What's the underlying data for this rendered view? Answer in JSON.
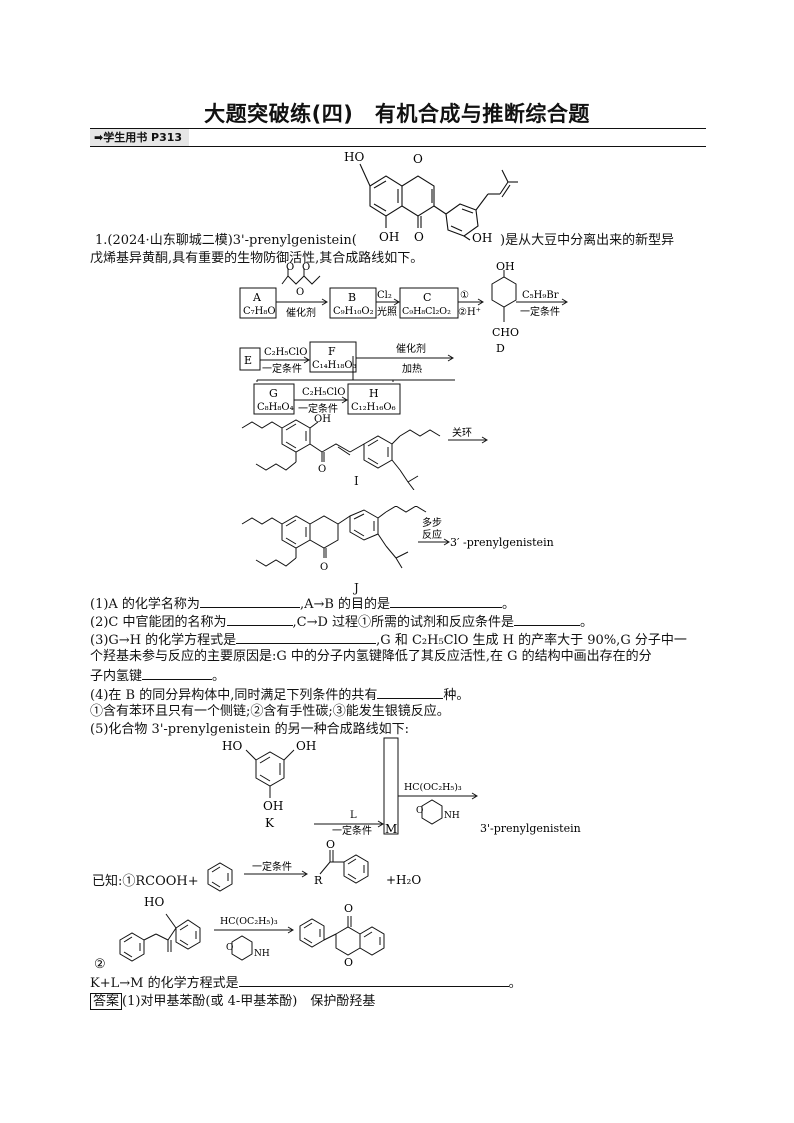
{
  "title": "大题突破练(四)　有机合成与推断综合题",
  "section_tag": "➡学生用书 P313",
  "q1": {
    "intro_a": "1.(2024·山东聊城二模)3'-prenylgenistein(",
    "intro_b": ")是从大豆中分离出来的新型异",
    "intro_c": "戊烯基异黄酮,具有重要的生物防御活性,其合成路线如下。"
  },
  "scheme": {
    "A": "A",
    "A_formula": "C₇H₈O",
    "reagent_AB": "催化剂",
    "B": "B",
    "B_formula": "C₉H₁₀O₂",
    "reagent_BC": "Cl₂",
    "cond_BC": "光照",
    "C": "C",
    "C_formula": "C₉H₈Cl₂O₂",
    "reagent_CD_1": "①",
    "reagent_CD_2": "②H⁺",
    "D": "D",
    "D_OH": "OH",
    "D_CHO": "CHO",
    "reagent_D_next": "C₅H₉Br",
    "cond_D_next": "一定条件",
    "E": "E",
    "reagent_EF": "C₂H₅ClO",
    "cond_EF": "一定条件",
    "F": "F",
    "F_formula": "C₁₄H₁₈O₃",
    "reagent_F_next": "催化剂",
    "cond_F_next": "加热",
    "G": "G",
    "G_formula": "C₈H₈O₄",
    "reagent_GH": "C₂H₅ClO",
    "cond_GH": "一定条件",
    "H": "H",
    "H_formula": "C₁₂H₁₆O₆",
    "I": "I",
    "reagent_I": "关环",
    "J": "J",
    "reagent_J_1": "多步",
    "reagent_J_2": "反应",
    "product_J": "3′ -prenylgenistein",
    "struct_HO": "HO",
    "struct_O": "O",
    "struct_OH": "OH"
  },
  "questions": {
    "q1_text": "(1)A 的化学名称为",
    "q1_mid": ",A→B 的目的是",
    "q1_end": "。",
    "q2_text": "(2)C 中官能团的名称为",
    "q2_mid": ",C→D 过程①所需的试剂和反应条件是",
    "q2_end": "。",
    "q3_text": "(3)G→H 的化学方程式是",
    "q3_mid": ",G 和 C₂H₅ClO 生成 H 的产率大于 90%,G 分子中一",
    "q3_line2": "个羟基未参与反应的主要原因是:G 中的分子内氢键降低了其反应活性,在 G 的结构中画出存在的分",
    "q3_line3": "子内氢键",
    "q3_end": "。",
    "q4_text": "(4)在 B 的同分异构体中,同时满足下列条件的共有",
    "q4_end": "种。",
    "q4_conditions": "①含有苯环且只有一个侧链;②含有手性碳;③能发生银镜反应。",
    "q5_text": "(5)化合物 3'-prenylgenistein 的另一种合成路线如下:"
  },
  "route2": {
    "K": "K",
    "K_HO1": "HO",
    "K_OH1": "OH",
    "K_OH2": "OH",
    "L_reagent": "L",
    "L_cond": "一定条件",
    "M": "M",
    "reagent": "HC(OC₂H₅)₃",
    "NH": "NH",
    "O": "O",
    "product": "3'-prenylgenistein"
  },
  "known": {
    "label": "已知:①RCOOH+",
    "cond1": "一定条件",
    "R": "R",
    "O": "O",
    "plus_water": "+H₂O",
    "num2": "②",
    "HO": "HO",
    "reagent2": "HC(OC₂H₅)₃",
    "NH": "NH"
  },
  "q5_eq": {
    "text": "K+L→M 的化学方程式是",
    "end": "。"
  },
  "answer": {
    "tag": "答案",
    "text": "(1)对甲基苯酚(或 4-甲基苯酚)　保护酚羟基"
  }
}
